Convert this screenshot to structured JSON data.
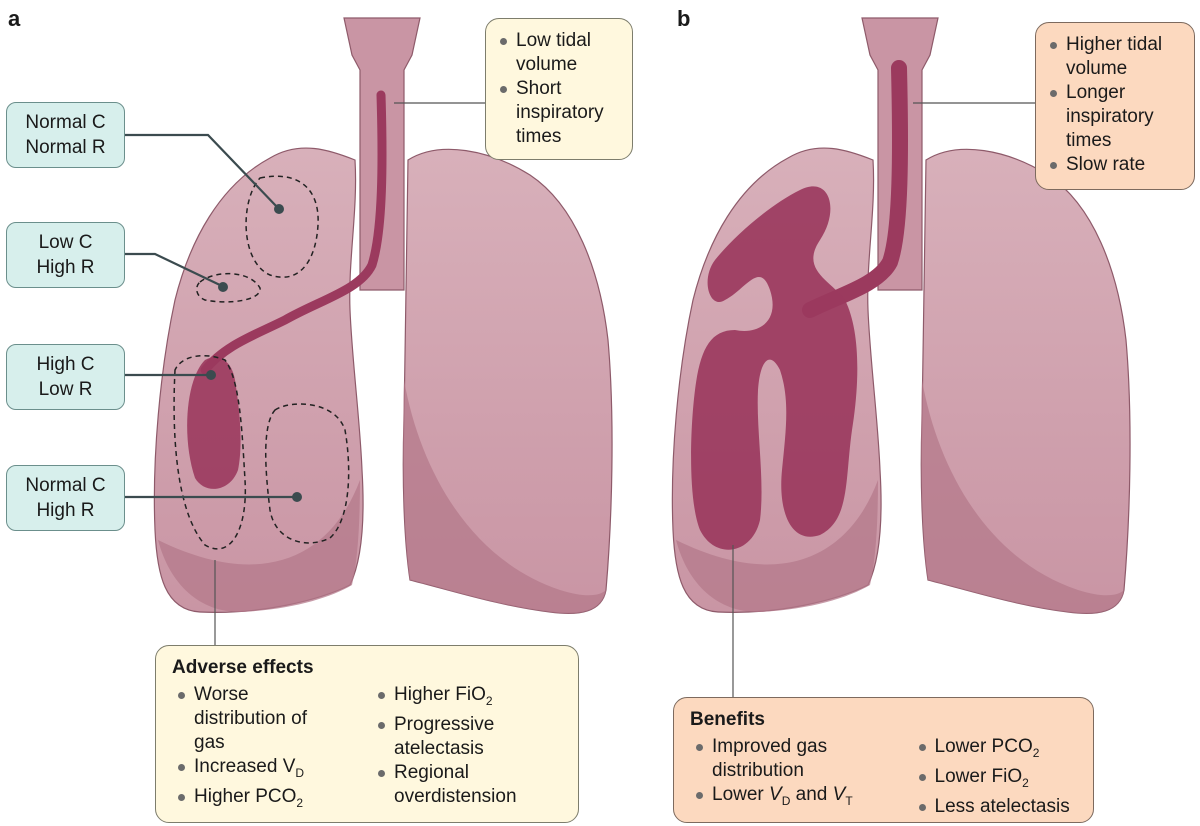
{
  "panels": {
    "a": {
      "letter": "a",
      "labels": [
        {
          "line1": "Normal C",
          "line2": "Normal R"
        },
        {
          "line1": "Low C",
          "line2": "High R"
        },
        {
          "line1": "High C",
          "line2": "Low R"
        },
        {
          "line1": "Normal C",
          "line2": "High R"
        }
      ],
      "settings": [
        "Low tidal volume",
        "Short inspiratory times"
      ],
      "effects": {
        "title": "Adverse effects",
        "left": [
          "Worse distribution of gas",
          "Increased V_D",
          "Higher PCO_2"
        ],
        "right": [
          "Higher FiO_2",
          "Progressive atelectasis",
          "Regional overdistension"
        ]
      }
    },
    "b": {
      "letter": "b",
      "settings": [
        "Higher tidal volume",
        "Longer inspiratory times",
        "Slow rate"
      ],
      "effects": {
        "title": "Benefits",
        "left": [
          "Improved gas distribution",
          "Lower V_D and V_T"
        ],
        "right": [
          "Lower PCO_2",
          "Lower FiO_2",
          "Less atelectasis"
        ]
      }
    }
  },
  "colors": {
    "lung": "#d4a7b2",
    "lung_dark": "#b47a8b",
    "airway": "#9b3a5e",
    "label_box": "#d7efec",
    "note_yellow": "#fff8de",
    "note_orange": "#fcd9bf"
  }
}
